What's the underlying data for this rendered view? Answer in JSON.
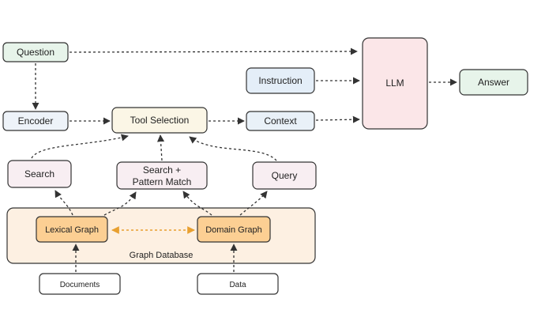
{
  "colors": {
    "question_fill": "#e7f4ea",
    "encoder_fill": "#eef3f9",
    "tool_fill": "#fbf6e6",
    "context_fill": "#e9f1f8",
    "instruction_fill": "#e4eef8",
    "llm_fill": "#fbe6e8",
    "answer_fill": "#e7f4ea",
    "search_fill": "#f8eef2",
    "graph_db_fill": "#fdf0e2",
    "graph_node_fill": "#fccf93",
    "doc_fill": "#ffffff",
    "stroke": "#333333",
    "orange_arrow": "#e8a030"
  },
  "nodes": {
    "question": "Question",
    "encoder": "Encoder",
    "tool_selection": "Tool Selection",
    "context": "Context",
    "instruction": "Instruction",
    "llm": "LLM",
    "answer": "Answer",
    "search": "Search",
    "search_pattern_line1": "Search +",
    "search_pattern_line2": "Pattern Match",
    "query": "Query",
    "graph_database": "Graph Database",
    "lexical_graph": "Lexical Graph",
    "domain_graph": "Domain Graph",
    "documents": "Documents",
    "data": "Data"
  }
}
